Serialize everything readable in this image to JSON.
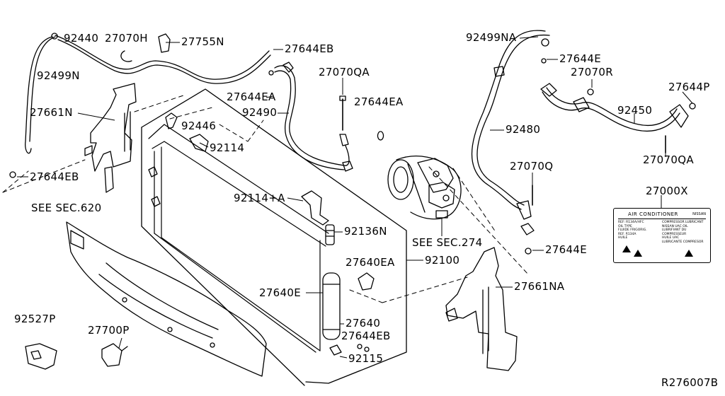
{
  "diagram": {
    "ref_code": "R276007B",
    "see_refs": [
      "SEE SEC.620",
      "SEE SEC.274"
    ],
    "parts": [
      "92440",
      "27070H",
      "27755N",
      "92499N",
      "27644EB",
      "27661N",
      "27644EA",
      "92490",
      "27070QA",
      "92446",
      "92114",
      "92114+A",
      "92136N",
      "92100",
      "27640EA",
      "27640E",
      "27640",
      "92115",
      "92527P",
      "27700P",
      "92499NA",
      "27644E",
      "27070R",
      "27644P",
      "92450",
      "92480",
      "27070Q",
      "27000X",
      "27661NA"
    ]
  },
  "label_card": {
    "title": "AIR CONDITIONER",
    "brand": "NISSAN",
    "left_lines": [
      "REF: R134A/HFC",
      "OIL TYPE",
      "FLUIDE FRIGORIG.",
      "REF. R134A",
      "HUILE"
    ],
    "right_lines": [
      "COMPRESSOR LUBRICANT",
      "NISSAN UAC OIL",
      "LUBRIFIANT DU COMPRESSEUR",
      "HUILE UAC",
      "LUBRICANTE COMPRESOR"
    ]
  }
}
